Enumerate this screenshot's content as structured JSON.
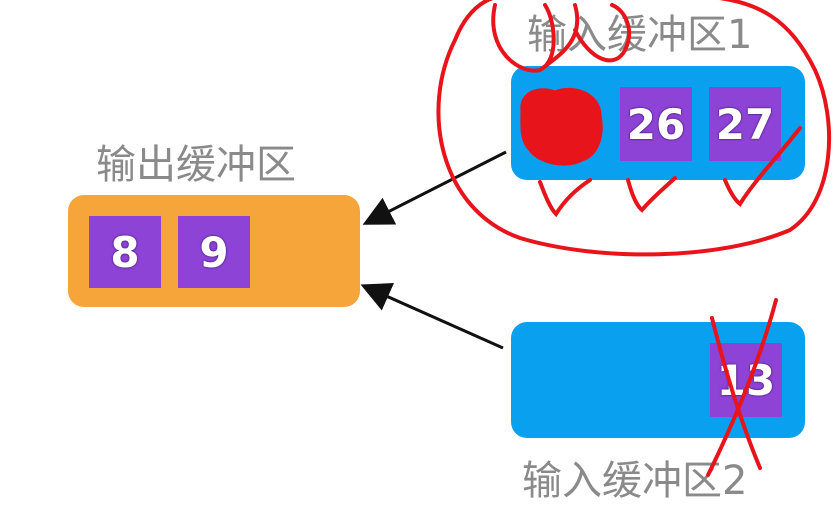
{
  "labels": {
    "output_buffer": "输出缓冲区",
    "input_buffer_1": "输入缓冲区1",
    "input_buffer_2": "输入缓冲区2"
  },
  "output_buffer": {
    "cells": [
      "8",
      "9"
    ]
  },
  "input_buffer_1": {
    "cells": [
      "26",
      "27"
    ]
  },
  "input_buffer_2": {
    "cells": [
      "13"
    ]
  },
  "colors": {
    "output_buffer": "#f6a53a",
    "input_buffer": "#0aa0f0",
    "cell": "#8c43d6",
    "label": "#8a8a8a",
    "annotation": "#e8141b",
    "arrow": "#111111"
  }
}
